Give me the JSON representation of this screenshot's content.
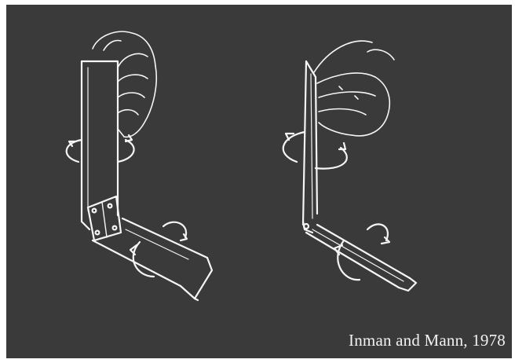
{
  "caption": "Inman and Mann, 1978",
  "colors": {
    "background": "#3a3a3a",
    "drawing": "#f5f5f5"
  },
  "illustrations": [
    {
      "name": "front-view-hinged-arm"
    },
    {
      "name": "side-view-hinged-arm"
    }
  ]
}
